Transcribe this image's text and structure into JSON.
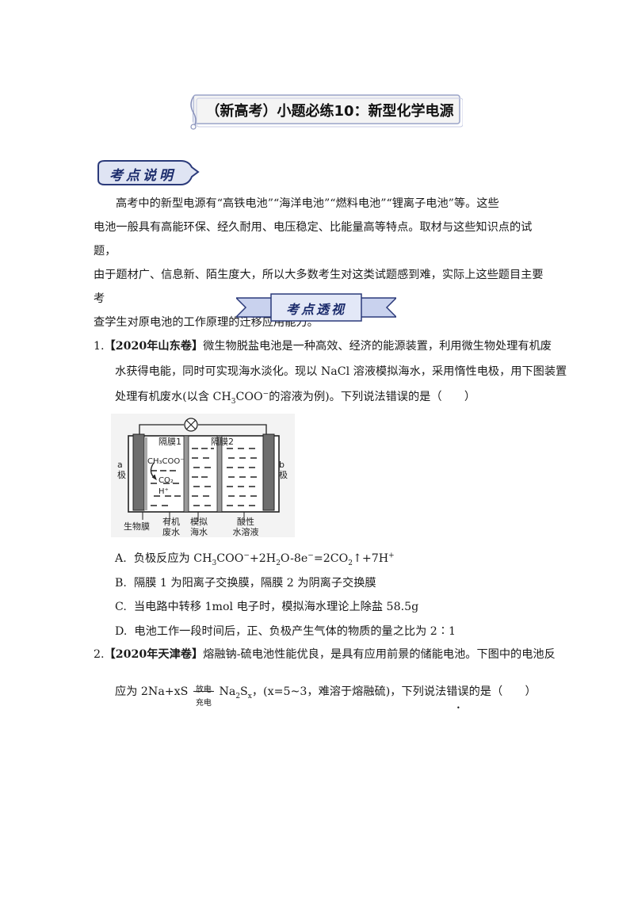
{
  "title": "（新高考）小题必练10：新型化学电源",
  "badge_kaodian": "考点说明",
  "intro_lines": [
    "高考中的新型电源有“高铁电池”“海洋电池”“燃料电池”“锂离子电池”等。这些",
    "电池一般具有高能环保、经久耐用、电压稳定、比能量高等特点。取材与这些知识点的试题，",
    "由于题材广、信息新、陌生度大，所以大多数考生对这类试题感到难，实际上这些题目主要考",
    "查学生对原电池的工作原理的迁移应用能力。"
  ],
  "ribbon_label": "考点透视",
  "q1": {
    "num": "1.",
    "source": "【2020年山东卷】",
    "line1": "微生物脱盐电池是一种高效、经济的能源装置，利用微生物处理有机废",
    "line2": "水获得电能，同时可实现海水淡化。现以 NaCl 溶液模拟海水，采用惰性电极，用下图装置",
    "line3_a": "处理有机废水(以含 CH",
    "line3_sub": "3",
    "line3_b": "COO",
    "line3_sup": "−",
    "line3_c": "的溶液为例)。下列说法错误的是（　　）",
    "diagram": {
      "membrane1": "隔膜1",
      "membrane2": "隔膜2",
      "electrode_a": [
        "a",
        "极"
      ],
      "electrode_b": [
        "b",
        "极"
      ],
      "ion1": "CH₃COO⁻",
      "gas": "CO₂",
      "ion2": "H⁺",
      "bottom_labels": [
        "生物膜",
        "有机\n废水",
        "模拟\n海水",
        "酸性\n水溶液"
      ]
    },
    "options": [
      {
        "letter": "A.",
        "parts": [
          "负极反应为 CH",
          "3",
          "COO",
          "−",
          "+2H",
          "2",
          "O-8e",
          "−",
          "=2CO",
          "2",
          "↑+7H",
          "+"
        ]
      },
      {
        "letter": "B.",
        "text": "隔膜 1 为阳离子交换膜，隔膜 2 为阴离子交换膜"
      },
      {
        "letter": "C.",
        "text": "当电路中转移 1mol 电子时，模拟海水理论上除盐 58.5g"
      },
      {
        "letter": "D.",
        "text": "电池工作一段时间后，正、负极产生气体的物质的量之比为 2∶1"
      }
    ]
  },
  "q2": {
    "num": "2.",
    "source": "【2020年天津卷】",
    "line1": "熔融钠-硫电池性能优良，是具有应用前景的储能电池。下图中的电池反",
    "line2_a": "应为 2Na+xS",
    "arrow_top": "放电",
    "arrow_bottom": "充电",
    "line2_b": "Na",
    "line2_sub1": "2",
    "line2_c": "S",
    "line2_sub2": "x",
    "line2_d": "，(x=5~3，难溶于熔融硫)，下列说法",
    "emph": "错误",
    "line2_e": "的是（　　）"
  },
  "colors": {
    "badge_fill": "#dfe4f3",
    "badge_border": "#2b3a7a",
    "ribbon_fill": "#c9d2ee",
    "ribbon_border": "#2b3a7a"
  }
}
